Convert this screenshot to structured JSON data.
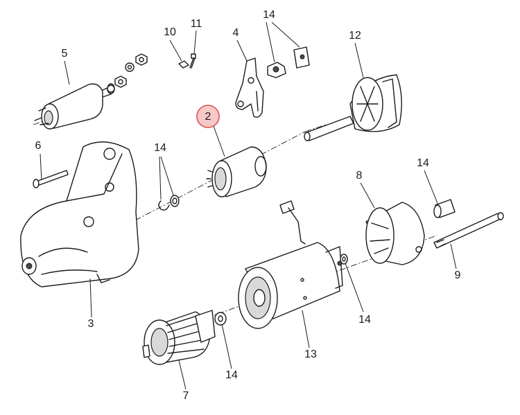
{
  "highlight_color": "#d9534f",
  "highlight_fill": "#f6c9c9",
  "callouts": {
    "c2": "2",
    "c3": "3",
    "c4": "4",
    "c5": "5",
    "c6": "6",
    "c7": "7",
    "c8": "8",
    "c9": "9",
    "c10": "10",
    "c11": "11",
    "c12": "12",
    "c13": "13",
    "c14a": "14",
    "c14b": "14",
    "c14c": "14",
    "c14d": "14",
    "c14e": "14"
  }
}
